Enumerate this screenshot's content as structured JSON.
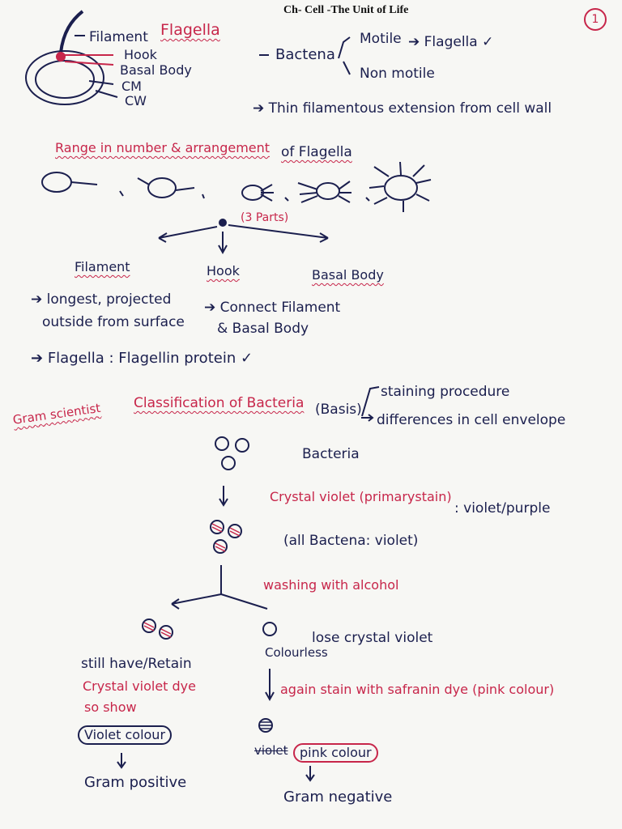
{
  "header": {
    "title": "Ch- Cell -The Unit of Life",
    "page_number": "1"
  },
  "flagella_section": {
    "title": "Flagella",
    "parts_labels": [
      "Filament",
      "Hook",
      "Basal Body",
      "CM",
      "CW"
    ],
    "bacteria_label": "Bactena",
    "motile": "Motile",
    "motile_arrow": "Flagella",
    "non_motile": "Non motile",
    "definition": "Thin filamentous extension from cell wall"
  },
  "arrangement": {
    "title_a": "Range in number & arrangement",
    "title_b": "of Flagella",
    "parts_note": "(3 Parts)",
    "parts": [
      "Filament",
      "Hook",
      "Basal Body"
    ],
    "filament_note_1": "longest, projected",
    "filament_note_2": "outside from surface",
    "hook_note_1": "Connect Filament",
    "hook_note_2": "& Basal Body",
    "protein": "Flagella : Flagellin protein"
  },
  "classification": {
    "gram_scientist": "Gram scientist",
    "title": "Classification of Bacteria",
    "basis": "(Basis)",
    "basis_1": "staining procedure",
    "basis_2": "differences in cell envelope",
    "bacteria": "Bacteria",
    "stain_step_red": "Crystal violet (primarystain)",
    "stain_step_blue": ": violet/purple",
    "all_violet": "(all Bactena: violet)",
    "washing": "washing with alcohol",
    "lose": "lose crystal violet",
    "colourless": "Colourless",
    "retain_1": "still have/Retain",
    "retain_2": "Crystal violet dye",
    "retain_3": "so show",
    "violet_colour": "Violet colour",
    "gram_positive": "Gram positive",
    "again_stain": "again stain with safranin dye (pink colour)",
    "violet_struck": "violet",
    "pink_colour": "pink colour",
    "gram_negative": "Gram negative"
  }
}
